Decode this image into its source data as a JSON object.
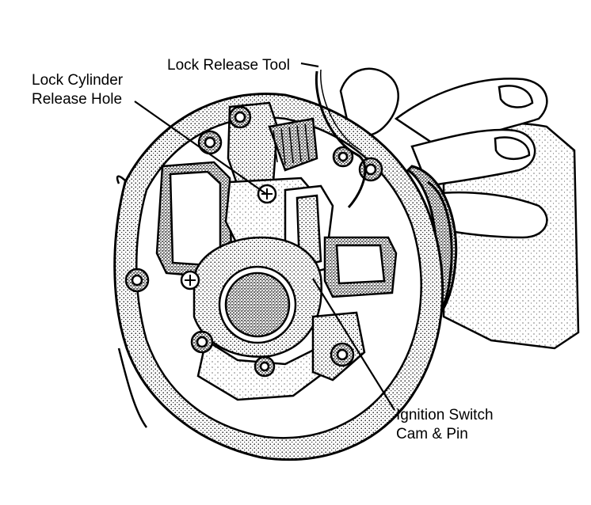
{
  "labels": {
    "lock_release_tool": "Lock Release Tool",
    "lock_cylinder_release_hole": [
      "Lock Cylinder",
      "Release Hole"
    ],
    "ignition_switch_cam_pin": [
      "Ignition Switch",
      "Cam & Pin"
    ]
  },
  "colors": {
    "ink": "#000000",
    "paper": "#ffffff",
    "stipple": "#8a8a8a"
  }
}
